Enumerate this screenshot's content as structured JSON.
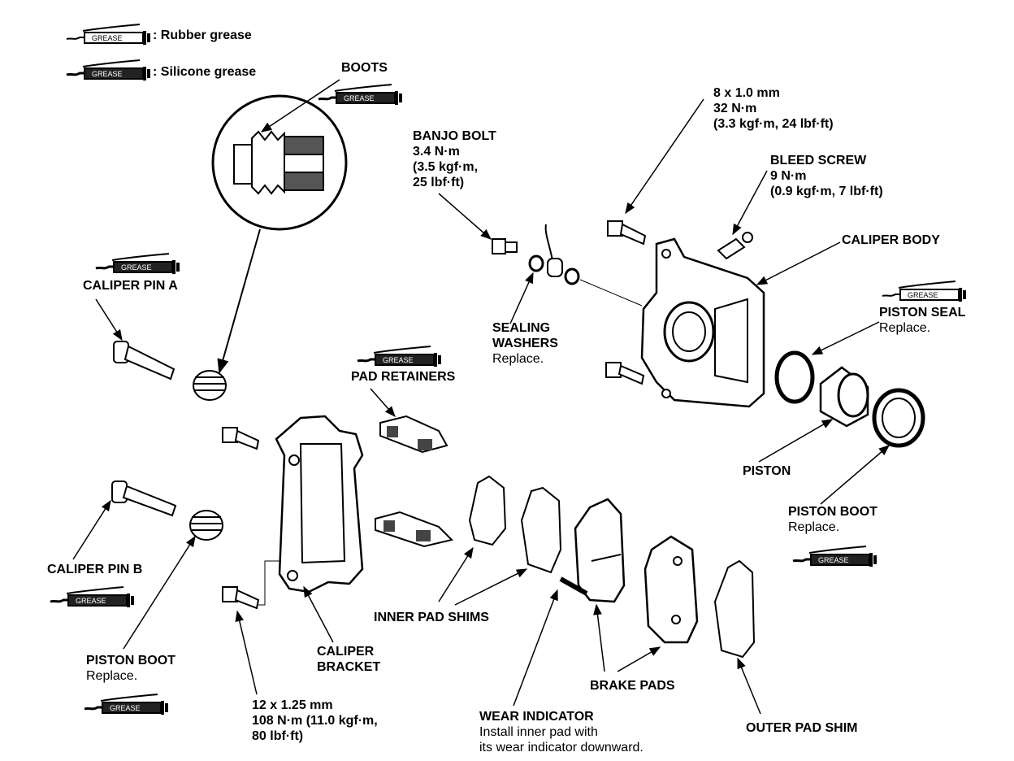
{
  "legend": {
    "rubber": "Rubber grease",
    "silicone": "Silicone grease",
    "separator": ":"
  },
  "grease_tag": "GREASE",
  "labels": {
    "boots": "BOOTS",
    "caliper_pin_a": "CALIPER PIN A",
    "banjo_bolt": [
      "BANJO BOLT",
      "3.4 N·m",
      "(3.5 kgf·m,",
      "25 lbf·ft)"
    ],
    "top_bolt_spec": [
      "8 x 1.0 mm",
      "32 N·m",
      "(3.3 kgf·m, 24 lbf·ft)"
    ],
    "bleed_screw": [
      "BLEED SCREW",
      "9 N·m",
      "(0.9 kgf·m, 7 lbf·ft)"
    ],
    "caliper_body": "CALIPER BODY",
    "piston_seal": [
      "PISTON SEAL",
      "Replace."
    ],
    "sealing_washers": [
      "SEALING",
      "WASHERS",
      "Replace."
    ],
    "pad_retainers": "PAD RETAINERS",
    "piston": "PISTON",
    "piston_boot_right": [
      "PISTON BOOT",
      "Replace."
    ],
    "caliper_pin_b": "CALIPER PIN B",
    "piston_boot_left": [
      "PISTON BOOT",
      "Replace."
    ],
    "inner_pad_shims": "INNER PAD SHIMS",
    "caliper_bracket": [
      "CALIPER",
      "BRACKET"
    ],
    "brake_pads": "BRAKE PADS",
    "bracket_bolt_spec": [
      "12 x 1.25 mm",
      "108 N·m (11.0 kgf·m,",
      "80 lbf·ft)"
    ],
    "wear_indicator": [
      "WEAR INDICATOR",
      "Install inner pad with",
      "its wear indicator downward."
    ],
    "outer_pad_shim": "OUTER PAD SHIM"
  }
}
